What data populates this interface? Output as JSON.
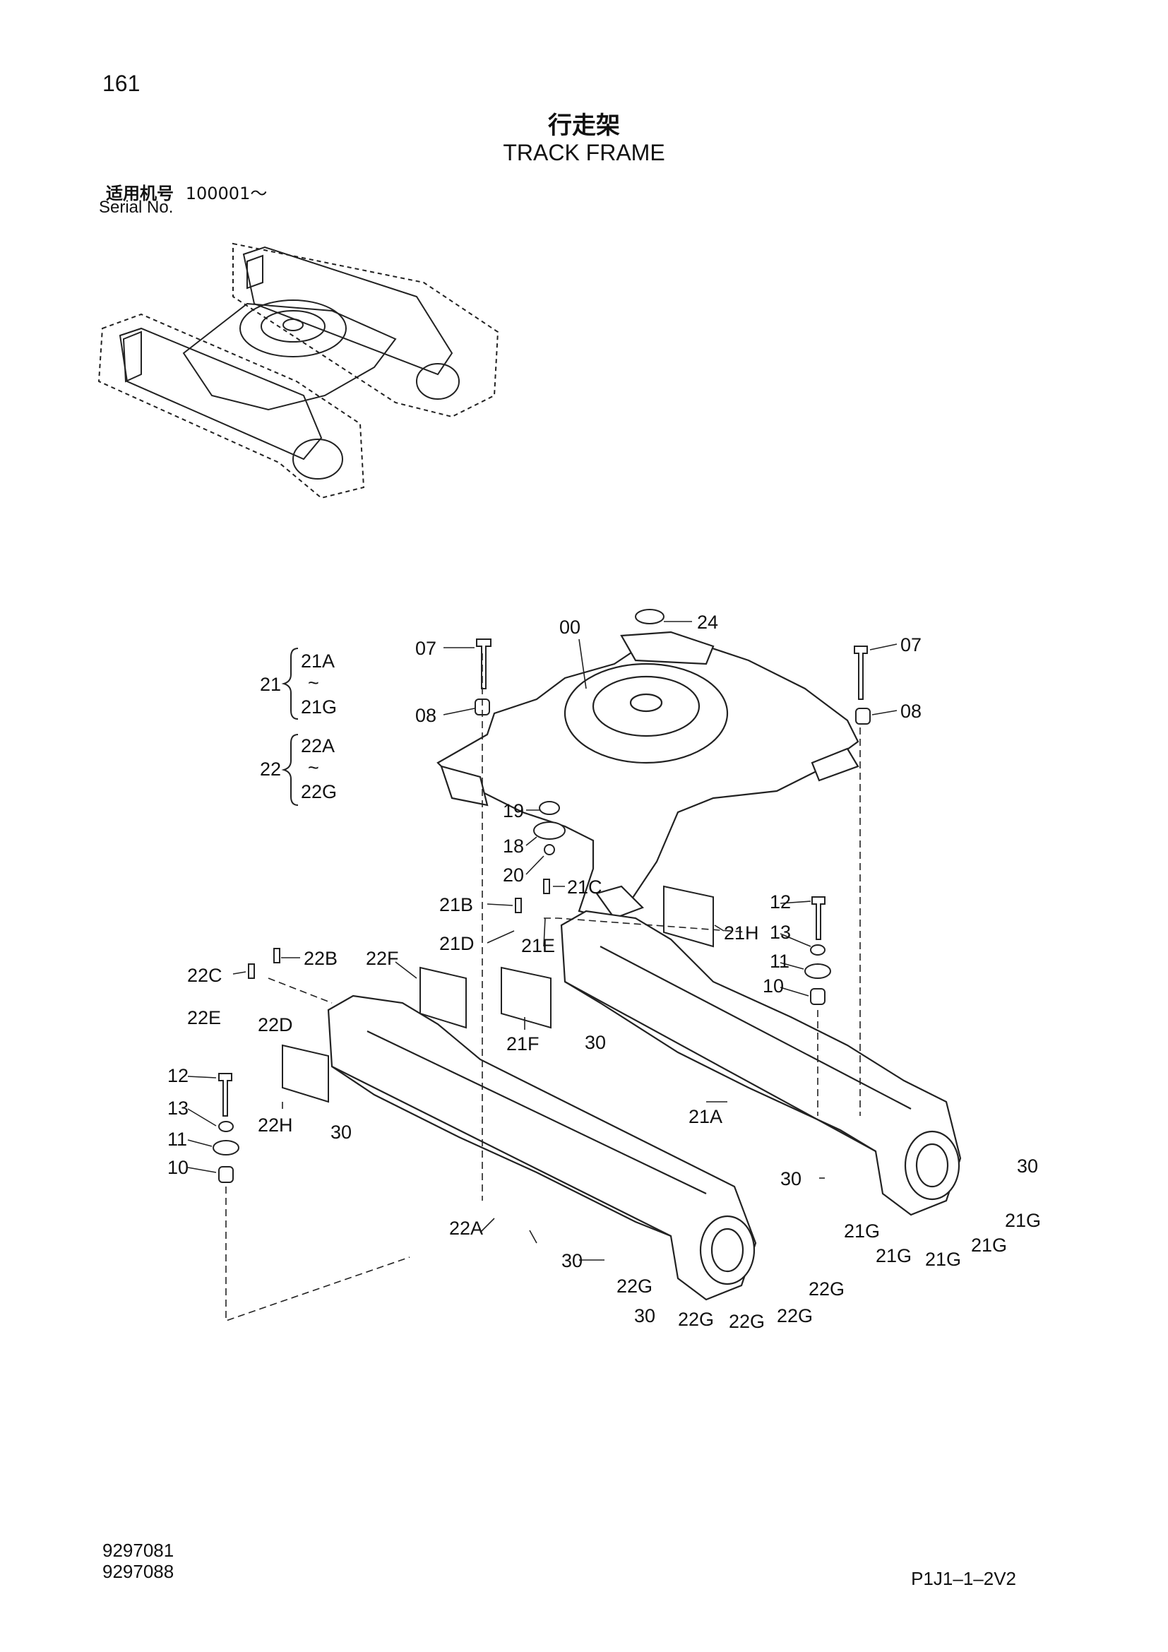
{
  "header": {
    "page_number": "161",
    "title_cn": "行走架",
    "title_en": "TRACK FRAME",
    "serial_label_cn": "适用机号",
    "serial_value": "100001～",
    "serial_label_en": "Serial No."
  },
  "group_refs": [
    {
      "main": "21",
      "from": "21A",
      "tilde": "~",
      "to": "21G"
    },
    {
      "main": "22",
      "from": "22A",
      "tilde": "~",
      "to": "22G"
    }
  ],
  "callouts": {
    "c00": "00",
    "c24": "24",
    "c07L": "07",
    "c07R": "07",
    "c08L": "08",
    "c08R": "08",
    "c19": "19",
    "c18": "18",
    "c20": "20",
    "c21B": "21B",
    "c21C": "21C",
    "c21D": "21D",
    "c21E": "21E",
    "c21F": "21F",
    "c21H": "21H",
    "c21A": "21A",
    "c12R": "12",
    "c13R": "13",
    "c11R": "11",
    "c10R": "10",
    "c22C": "22C",
    "c22B": "22B",
    "c22E": "22E",
    "c22D": "22D",
    "c22F": "22F",
    "c22H": "22H",
    "c22A": "22A",
    "c12L": "12",
    "c13L": "13",
    "c11L": "11",
    "c10L": "10",
    "c30a": "30",
    "c30b": "30",
    "c30c": "30",
    "c30d": "30",
    "c30e": "30",
    "c30f": "30",
    "c21G1": "21G",
    "c21G2": "21G",
    "c21G3": "21G",
    "c21G4": "21G",
    "c21G5": "21G",
    "c22G1": "22G",
    "c22G2": "22G",
    "c22G3": "22G",
    "c22G4": "22G",
    "c22G5": "22G"
  },
  "footer": {
    "part_numbers": [
      "9297081",
      "9297088"
    ],
    "page_code": "P1J1–1–2V2"
  }
}
